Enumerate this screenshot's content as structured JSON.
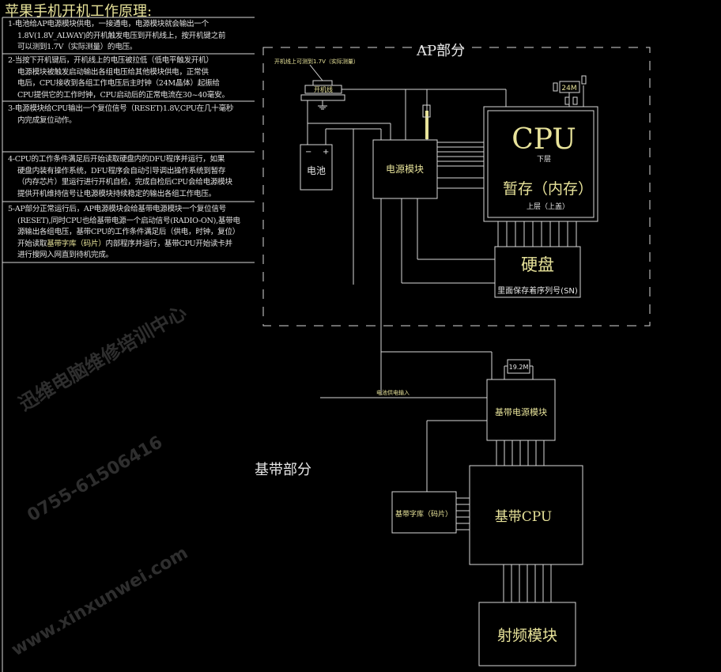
{
  "title": "苹果手机开机工作原理:",
  "steps": [
    {
      "lines": [
        "1-电池给AP电源模块供电，一接通电，电源模块就会输出一个",
        "1.8V(1.8V_ALWAY)的开机触发电压到开机线上，按开机键之前",
        "可以测到1.7V（实际测量）的电压。"
      ]
    },
    {
      "lines": [
        "2-当按下开机键后，开机线上的电压被拉低（低电平触发开机）",
        "电源模块被触发启动输出各组电压给其他模块供电，正常供",
        "电后，CPU接收到各组工作电压后主时钟（24M晶体）起振给",
        "CPU提供它的工作时钟，CPU启动后的正常电流在30~40毫安。"
      ]
    },
    {
      "lines": [
        "3-电源模块给CPU输出一个复位信号（RESET)1.8V,CPU在几十毫秒",
        "内完成复位动作。"
      ]
    },
    {
      "lines": [
        "4-CPU的工作条件满足后开始读取硬盘内的DFU程序并运行，如果",
        "硬盘内装有操作系统，DFU程序会自动引导调出操作系统到暂存",
        "（内存芯片）里运行进行开机自检，完成自检后CPU会给电源模块",
        "提供开机维持信号让电源模块持续稳定的输出各组工作电压。"
      ]
    },
    {
      "lines": [
        "5-AP部分正常运行后，AP电源模块会给基带电源模块一个复位信号",
        "(RESET),同时CPU也给基带电源一个启动信号(RADIO-ON),基带电",
        "源输出各组电压，基带CPU的工作条件满足后（供电，时钟，复位）"
      ],
      "line4_pre": "开始读取",
      "line4_hl": "基带字库（码片）",
      "line4_post": "内部程序并运行，基带CPU开始读卡并",
      "line5": "进行搜网入网直到待机完成。"
    }
  ],
  "diagram": {
    "ap_section": "AP部分",
    "baseband_section": "基带部分",
    "power_key_note": "开机线上可测到1.7V（实际测量）",
    "power_key": "开机线",
    "battery": "电池",
    "battery_minus": "−",
    "battery_plus": "+",
    "power_module": "电源模块",
    "cpu": "CPU",
    "cpu_lower": "下层",
    "ram": "暂存（内存）",
    "ram_upper": "上层（上盖）",
    "crystal_ap": "24M",
    "hdd": "硬盘",
    "hdd_sn": "里面保存着序列号(SN)",
    "battery_input": "电池供电输入",
    "crystal_bb": "19.2M",
    "bb_power_module": "基带电源模块",
    "bb_cpu": "基带CPU",
    "bb_flash": "基带字库（码片）",
    "rf_module": "射频模块"
  },
  "watermarks": [
    "迅维电脑维修培训中心",
    "0755-61506416",
    "www.xinxunwei.com"
  ],
  "colors": {
    "background": "#000000",
    "line": "#d8d8d8",
    "highlight": "#e8e39a"
  }
}
